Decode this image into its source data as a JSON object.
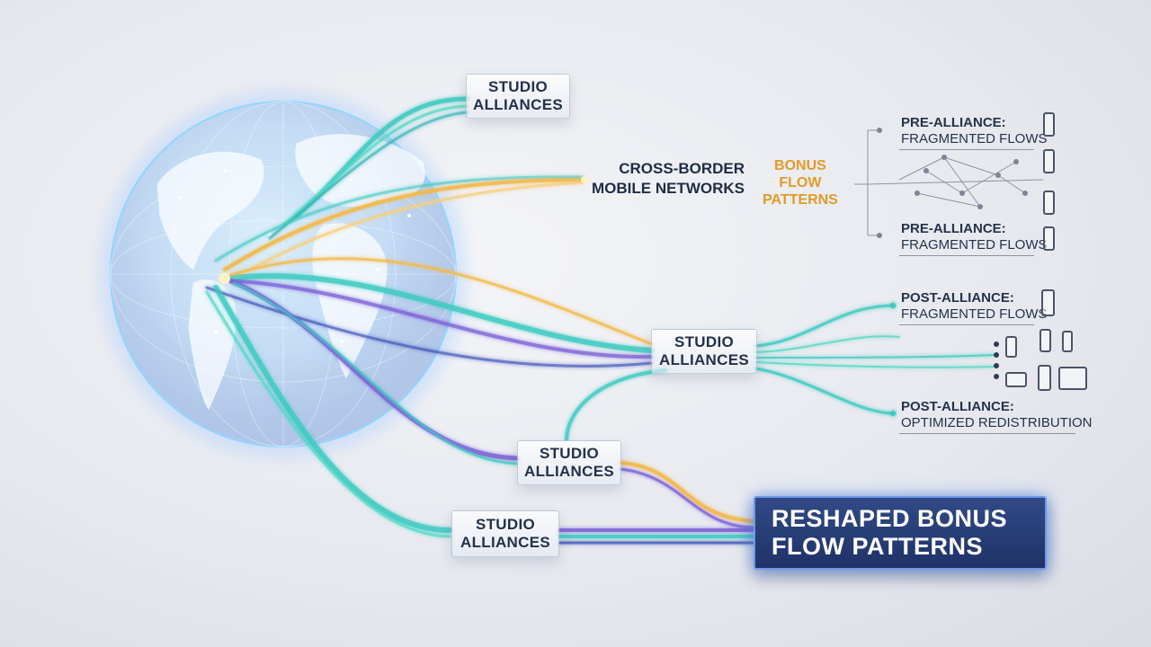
{
  "boxes": {
    "studio_top": {
      "line1": "STUDIO",
      "line2": "ALLIANCES"
    },
    "studio_mid": {
      "line1": "STUDIO",
      "line2": "ALLIANCES"
    },
    "studio_lower": {
      "line1": "STUDIO",
      "line2": "ALLIANCES"
    },
    "studio_bottom": {
      "line1": "STUDIO",
      "line2": "ALLIANCES"
    }
  },
  "cross_border": {
    "line1": "CROSS-BORDER",
    "line2": "MOBILE NETWORKS"
  },
  "bonus_flow": {
    "line1": "BONUS",
    "line2": "FLOW",
    "line3": "PATTERNS"
  },
  "pre_alliance": [
    {
      "line1": "PRE-ALLIANCE:",
      "line2": "FRAGMENTED FLOWS"
    },
    {
      "line1": "PRE-ALLIANCE:",
      "line2": "FRAGMENTED FLOWS"
    }
  ],
  "post_alliance": [
    {
      "line1": "POST-ALLIANCE:",
      "line2": "FRAGMENTED FLOWS"
    },
    {
      "line1": "POST-ALLIANCE:",
      "line2": "OPTIMIZED REDISTRIBUTION"
    }
  ],
  "result": {
    "line1": "RESHAPED BONUS",
    "line2": "FLOW PATTERNS"
  },
  "icons": [
    "globe-icon",
    "smartphone-icon",
    "tablet-icon"
  ],
  "colors": {
    "teal_flow": "#3ec9c0",
    "gold_flow": "#f2b94a",
    "violet_flow": "#7a5fd6",
    "navy_flow": "#3a4fb8",
    "accent_text": "#e39a25",
    "result_box": "#26396f",
    "result_glow": "#6f98e6"
  }
}
